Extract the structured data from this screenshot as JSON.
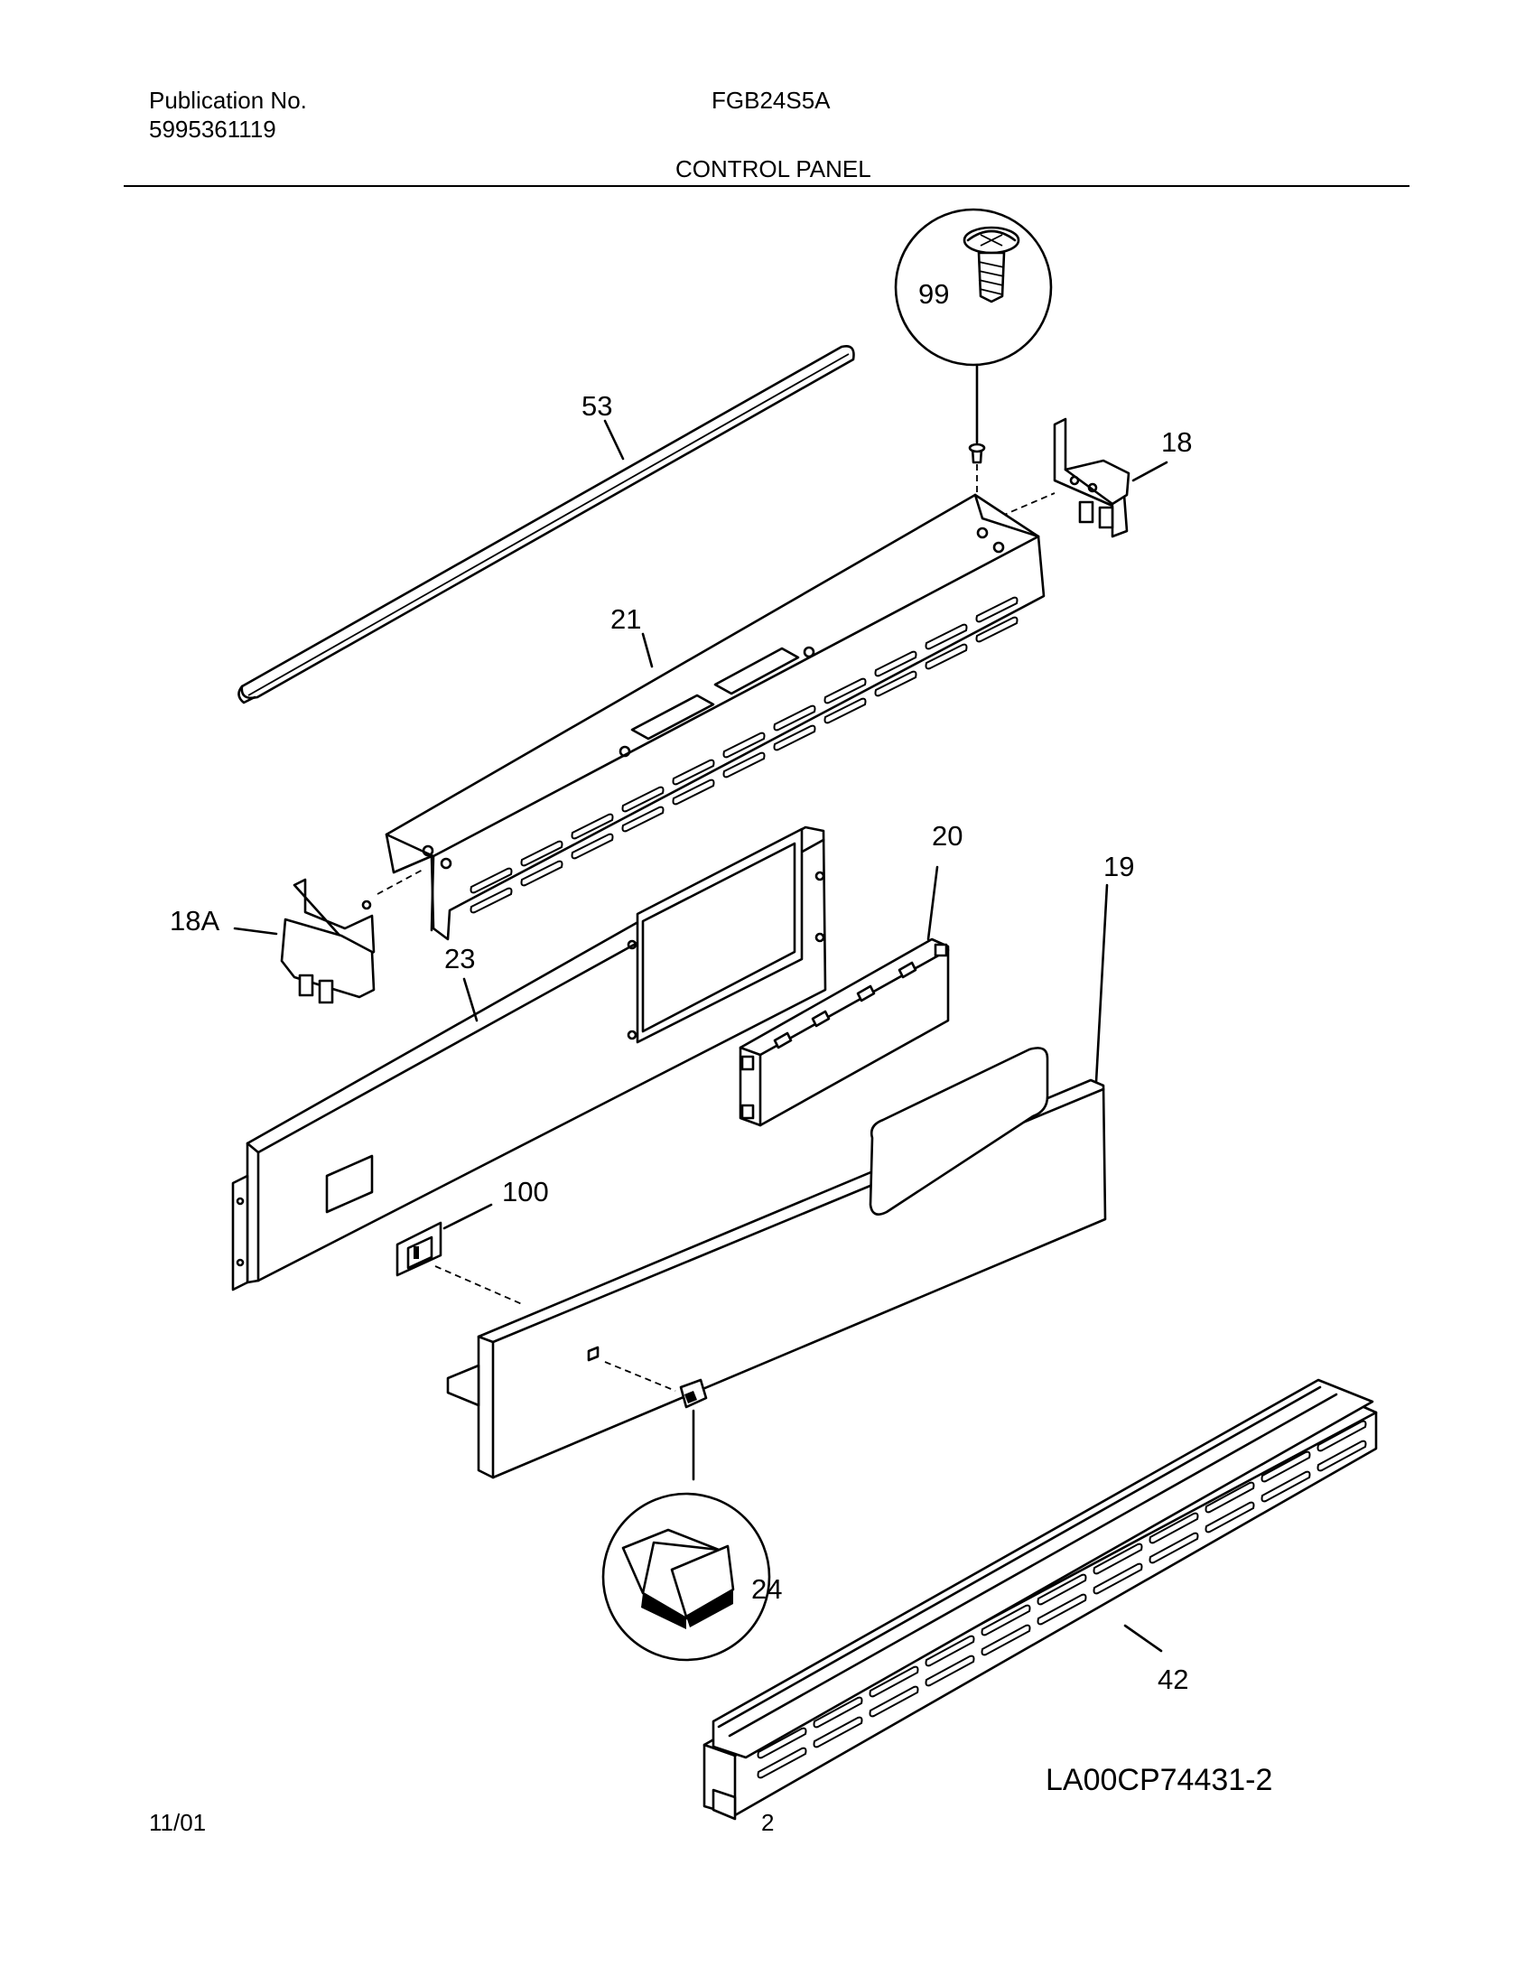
{
  "header": {
    "publication_label": "Publication No.",
    "publication_number": "5995361119",
    "model": "FGB24S5A",
    "section_title": "CONTROL PANEL"
  },
  "diagram": {
    "callouts": {
      "p99": "99",
      "p53": "53",
      "p18": "18",
      "p21": "21",
      "p20": "20",
      "p19": "19",
      "p18A": "18A",
      "p23": "23",
      "p100": "100",
      "p24": "24",
      "p42": "42"
    },
    "figure_id": "LA00CP74431-2"
  },
  "footer": {
    "date": "11/01",
    "page_number": "2"
  }
}
